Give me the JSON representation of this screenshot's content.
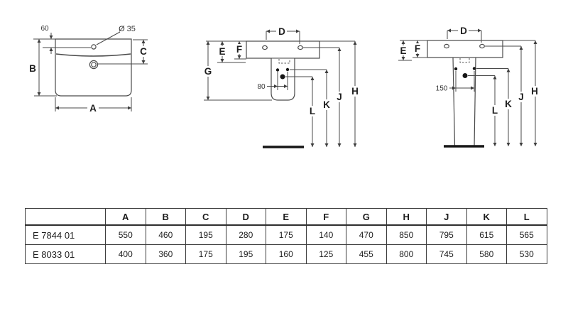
{
  "diagram": {
    "front": {
      "a": "A",
      "b": "B",
      "c": "C",
      "offset_60": "60",
      "hole_diameter": "Ø 35"
    },
    "wall": {
      "d": "D",
      "e": "E",
      "f": "F",
      "g": "G",
      "h": "H",
      "j": "J",
      "k": "K",
      "l": "L",
      "offset_80": "80"
    },
    "pedestal": {
      "d": "D",
      "e": "E",
      "f": "F",
      "h": "H",
      "j": "J",
      "k": "K",
      "l": "L",
      "offset_150": "150"
    }
  },
  "table": {
    "headers": [
      "A",
      "B",
      "C",
      "D",
      "E",
      "F",
      "G",
      "H",
      "J",
      "K",
      "L"
    ],
    "rows": [
      {
        "model": "E 7844 01",
        "values": [
          "550",
          "460",
          "195",
          "280",
          "175",
          "140",
          "470",
          "850",
          "795",
          "615",
          "565"
        ]
      },
      {
        "model": "E 8033 01",
        "values": [
          "400",
          "360",
          "175",
          "195",
          "160",
          "125",
          "455",
          "800",
          "745",
          "580",
          "530"
        ]
      }
    ]
  },
  "colors": {
    "line": "#4a4a4a",
    "text": "#1f1f1f",
    "floor": "#161616"
  }
}
